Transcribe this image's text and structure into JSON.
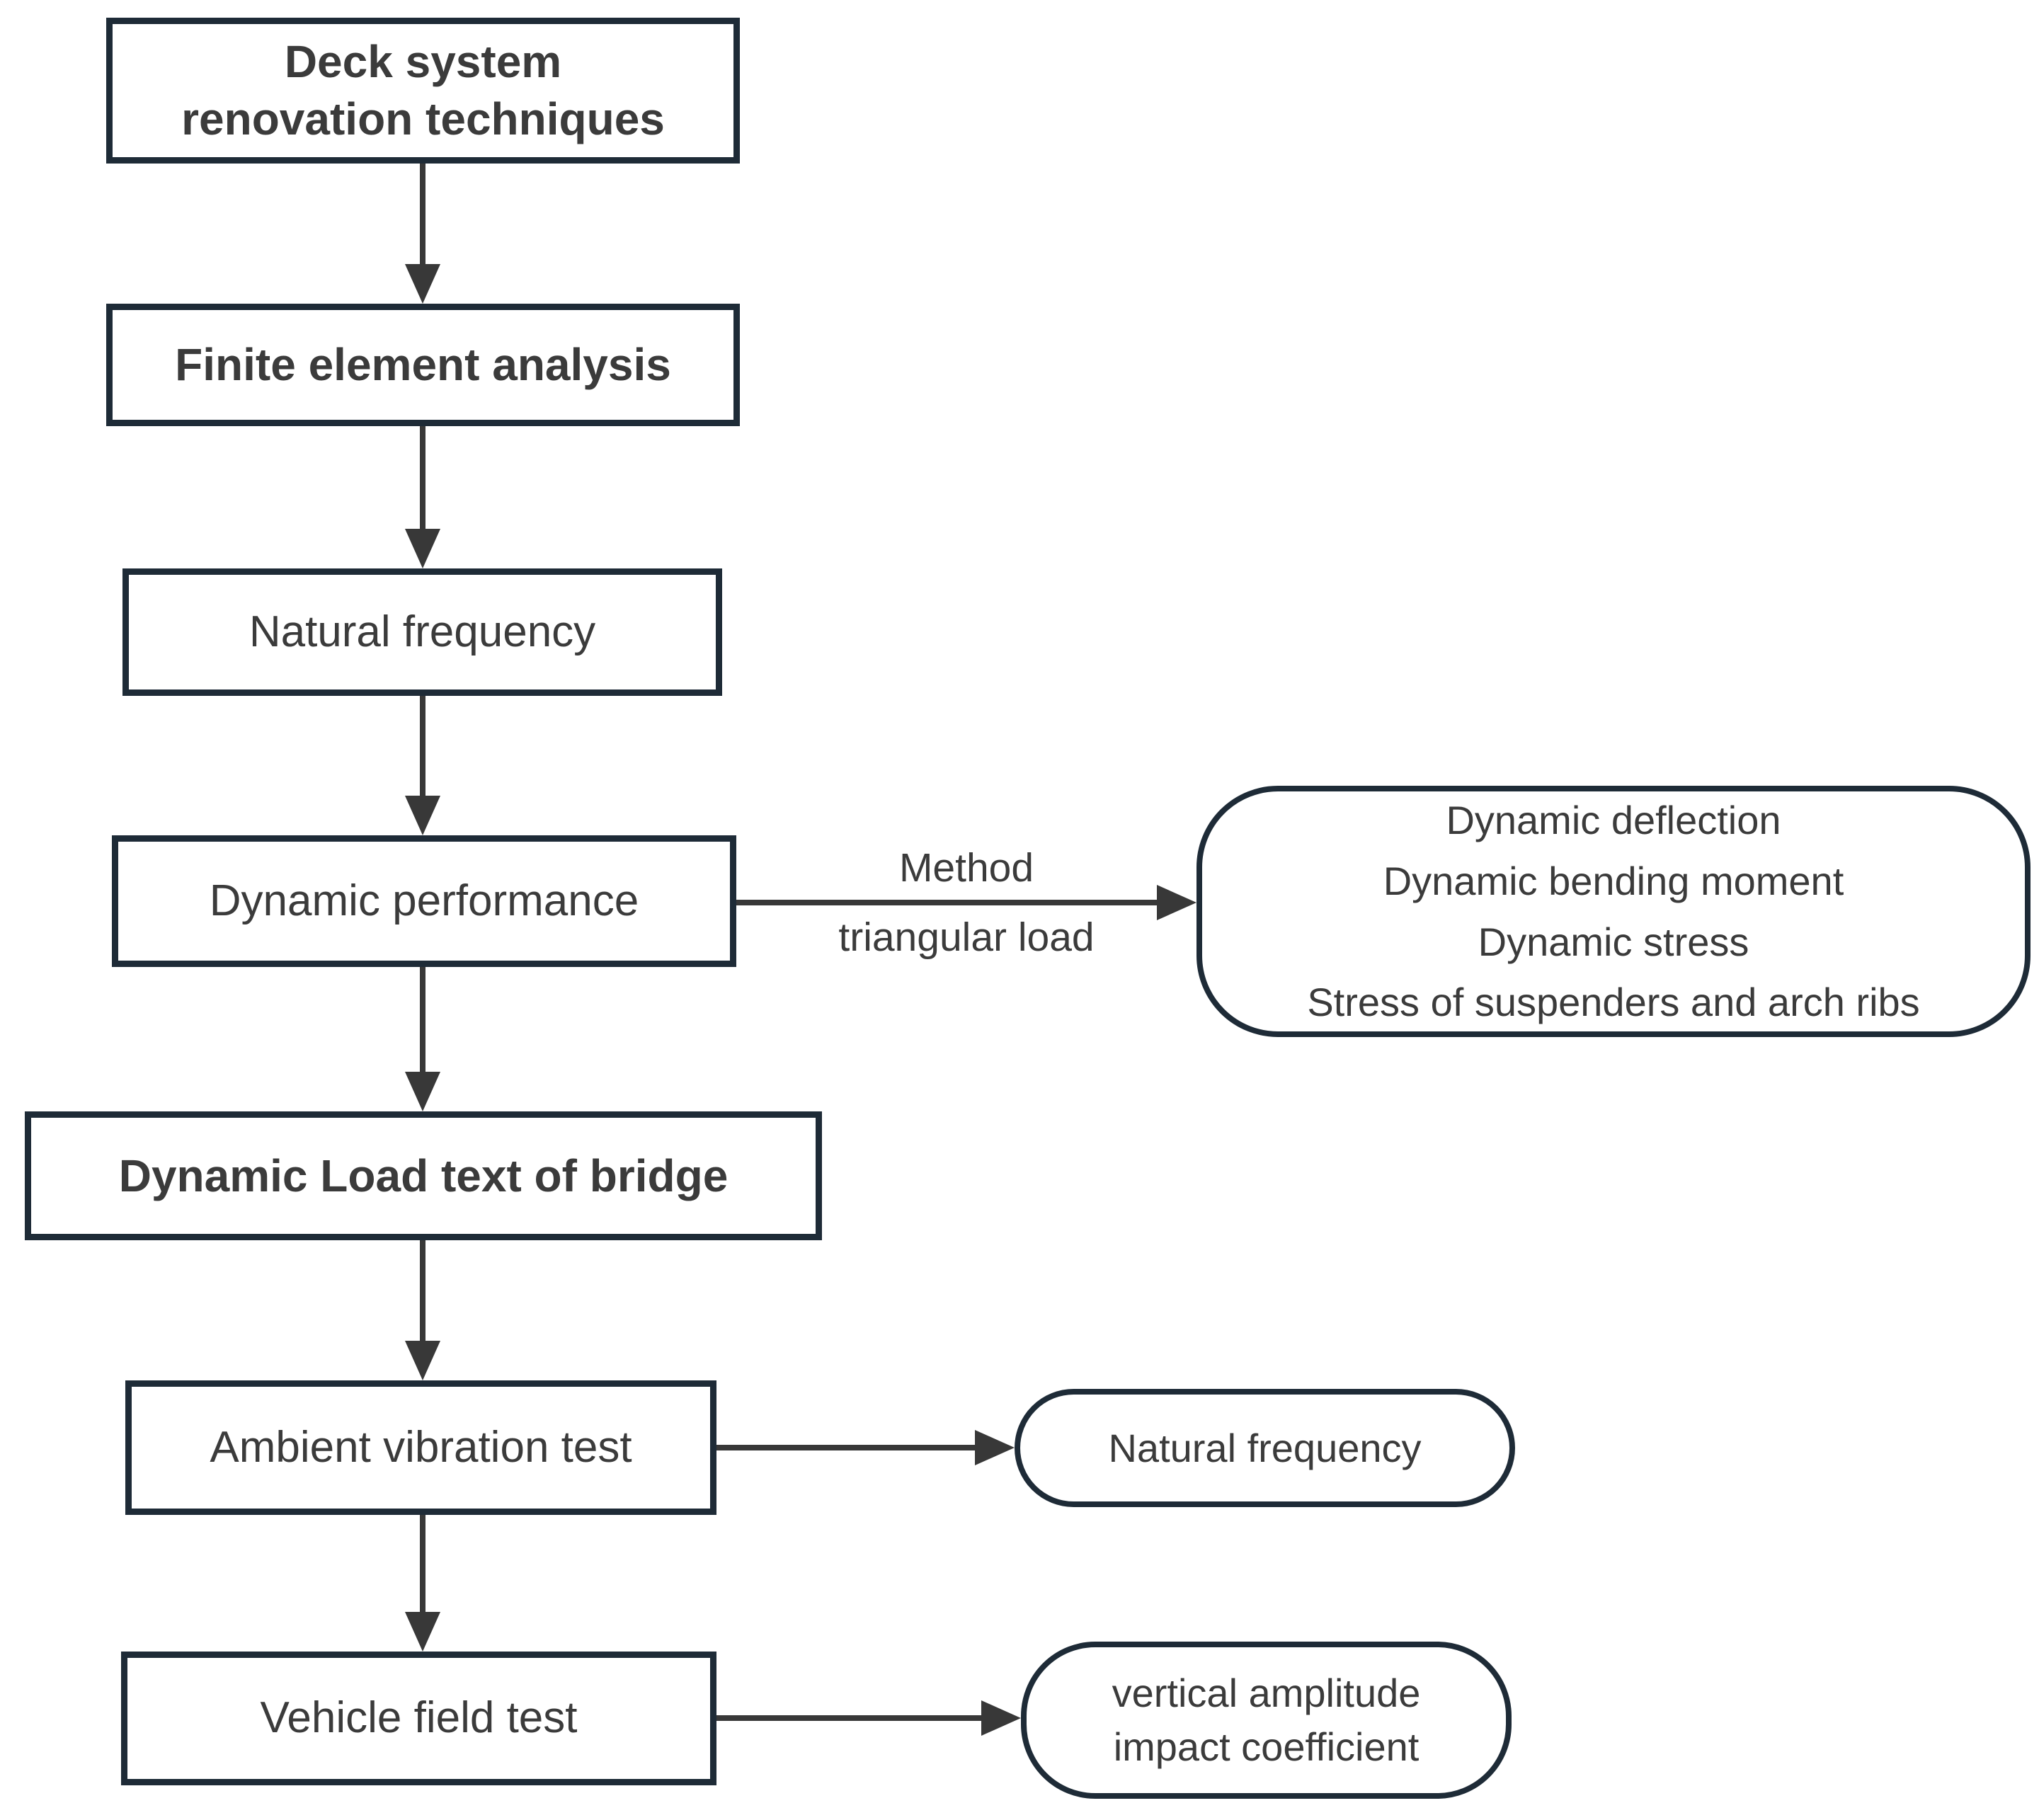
{
  "flowchart": {
    "nodes": {
      "deck_system": {
        "line1": "Deck system",
        "line2": "renovation techniques"
      },
      "finite_element_analysis": "Finite element analysis",
      "natural_frequency": "Natural frequency",
      "dynamic_performance": "Dynamic performance",
      "dynamic_load_test": "Dynamic Load text of bridge",
      "ambient_vibration_test": "Ambient vibration test",
      "vehicle_field_test": "Vehicle field test"
    },
    "results": {
      "dynamic_outputs": {
        "line1": "Dynamic deflection",
        "line2": "Dynamic bending moment",
        "line3": "Dynamic stress",
        "line4": "Stress of suspenders and arch ribs"
      },
      "natural_frequency": "Natural frequency",
      "impact_coefficient": {
        "line1": "vertical amplitude",
        "line2": "impact coefficient"
      }
    },
    "edge_labels": {
      "method": "Method",
      "triangular_load": "triangular load"
    },
    "colors": {
      "box_border": "#1e2b37",
      "text": "#3b3b3b",
      "connector": "#383838",
      "background": "#ffffff"
    }
  }
}
